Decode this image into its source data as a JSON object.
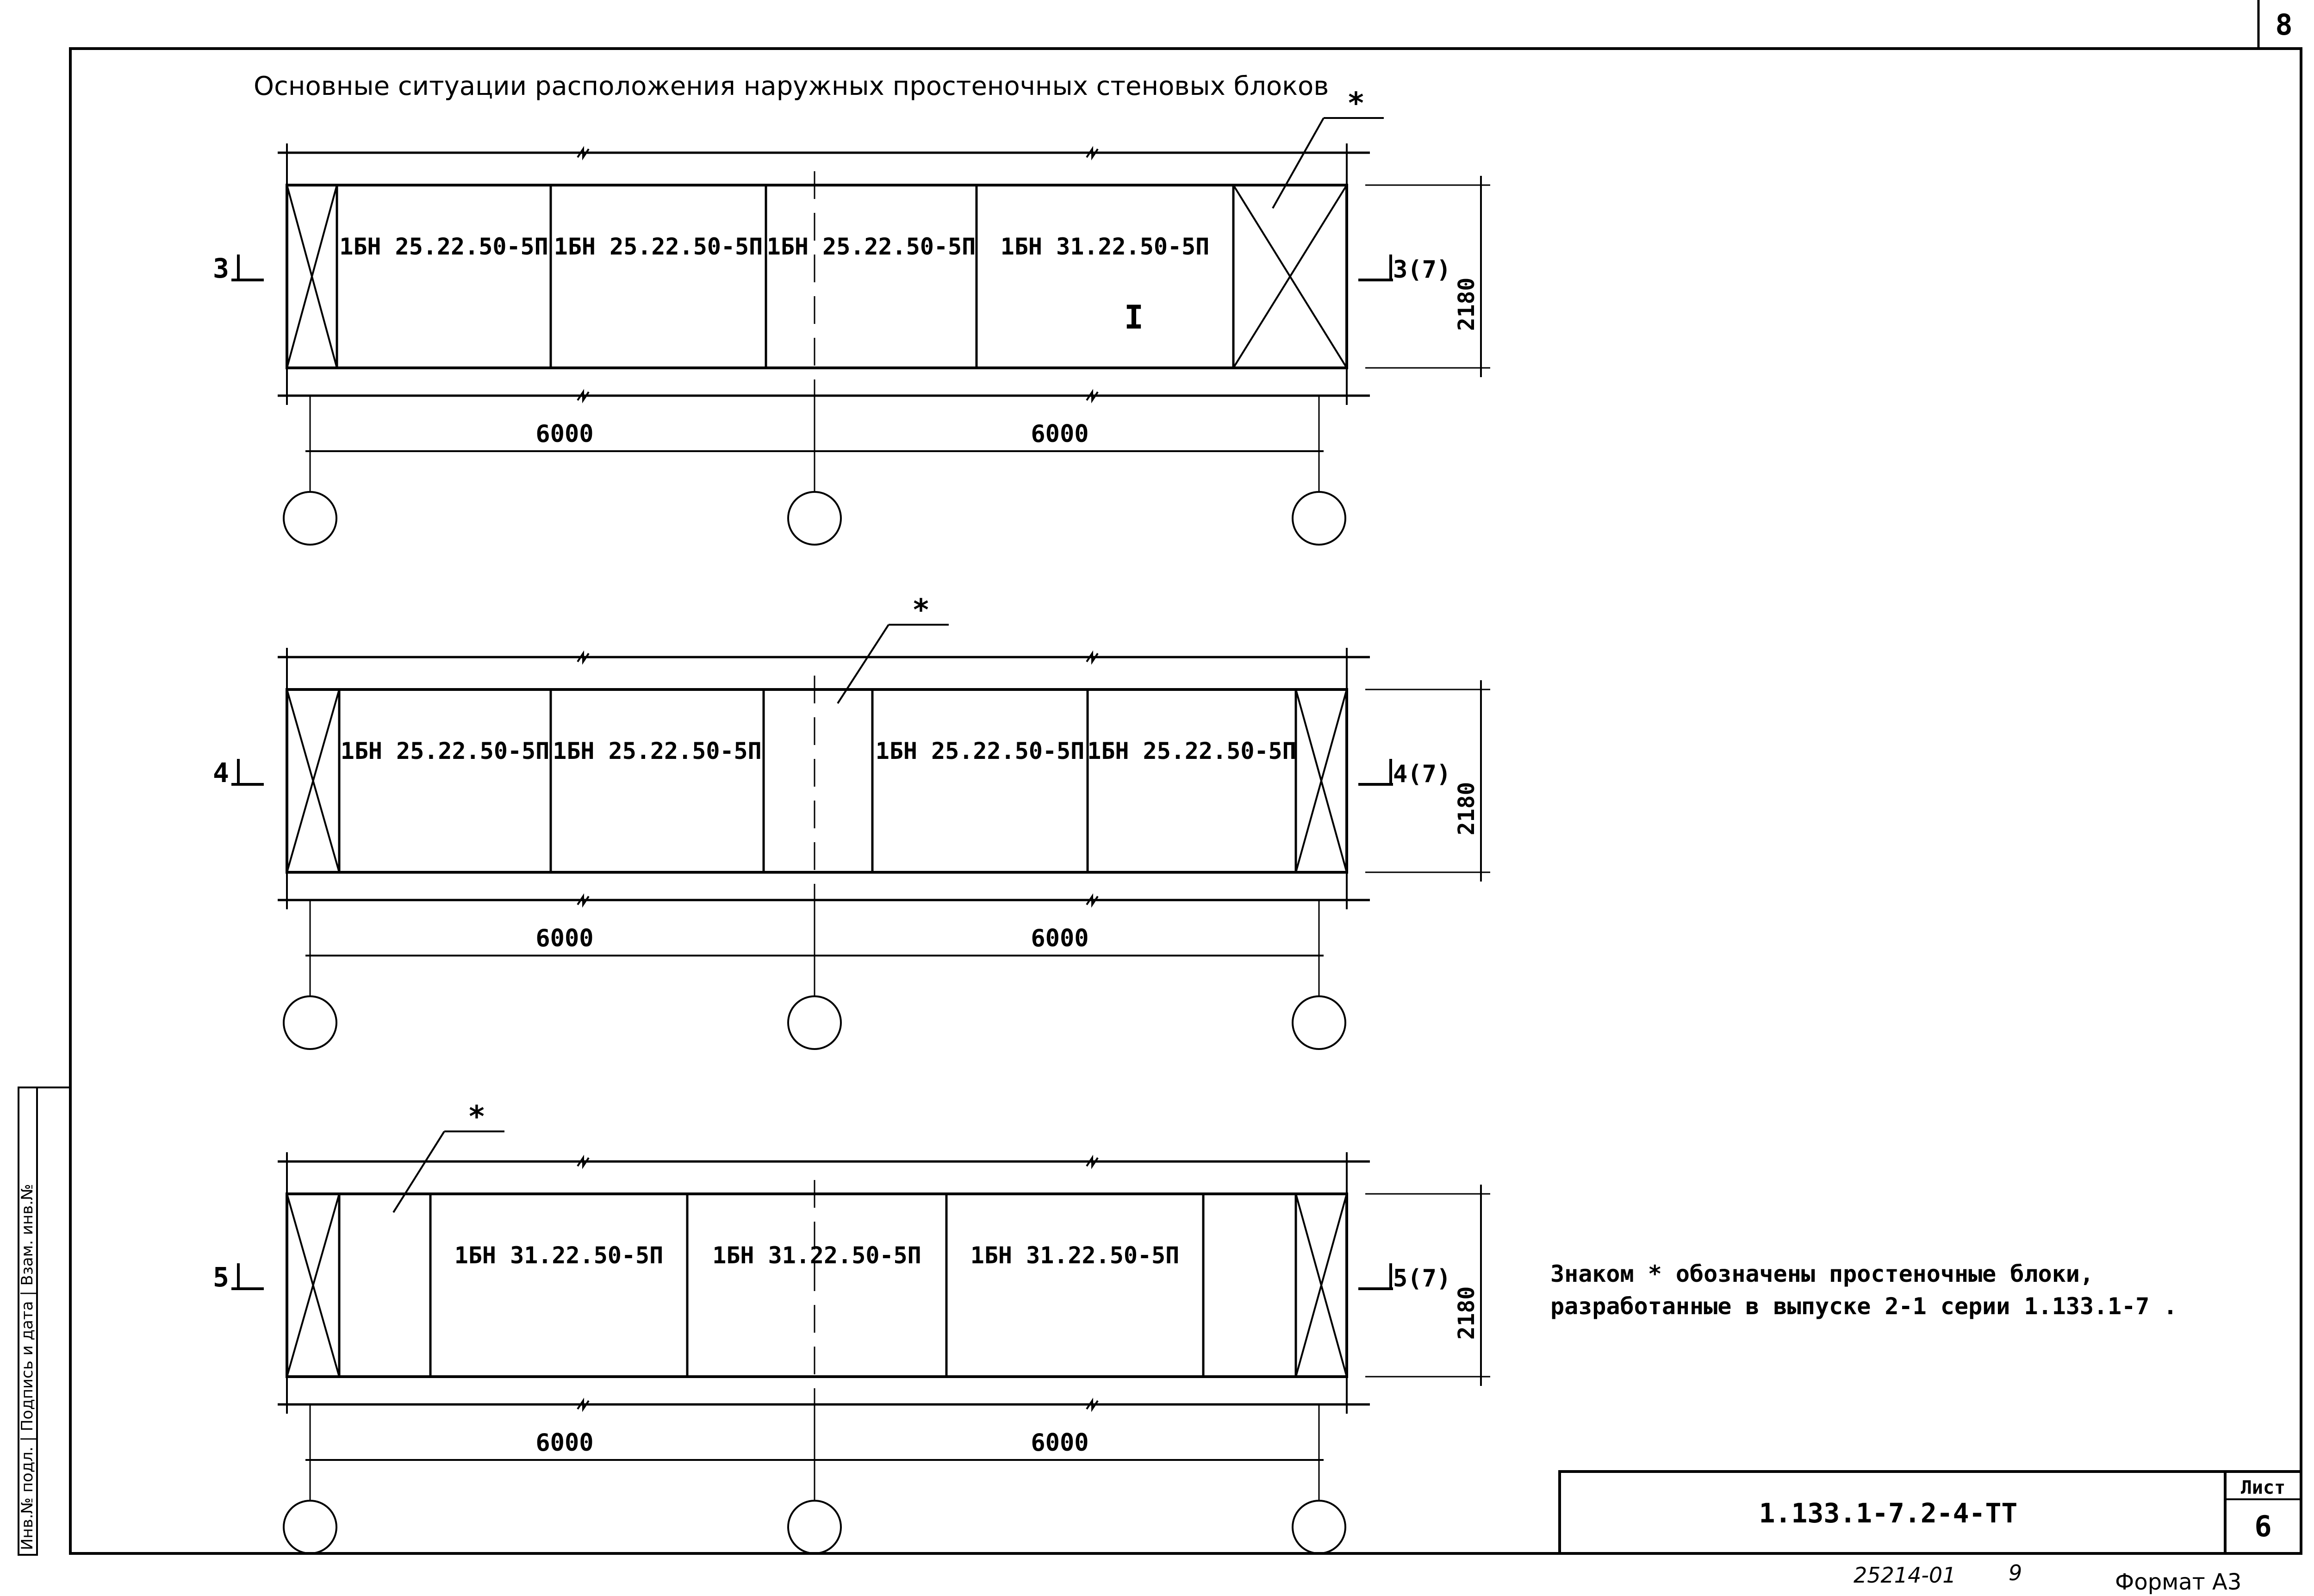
{
  "page_number": "8",
  "title": "Основные ситуации расположения наружных простеночных стеновых блоков",
  "asterisk": "*",
  "dimension_height": "2180",
  "dimension_span": "6000",
  "situations": [
    {
      "section_left": "3",
      "section_right": "3(7)",
      "blocks": [
        "1БН 25.22.50-5П",
        "1БН 25.22.50-5П",
        "1БН 25.22.50-5П",
        "1БН 31.22.50-5П"
      ],
      "mark": "I"
    },
    {
      "section_left": "4",
      "section_right": "4(7)",
      "blocks": [
        "1БН 25.22.50-5П",
        "1БН 25.22.50-5П",
        "1БН 25.22.50-5П",
        "1БН 25.22.50-5П"
      ]
    },
    {
      "section_left": "5",
      "section_right": "5(7)",
      "blocks": [
        "1БН 31.22.50-5П",
        "1БН 31.22.50-5П",
        "1БН 31.22.50-5П"
      ]
    }
  ],
  "note_line1": "Знаком * обозначены простеночные блоки,",
  "note_line2": "разработанные в выпуске 2-1 серии 1.133.1-7 .",
  "stamp": {
    "code": "1.133.1-7.2-4-ТТ",
    "sheet_label": "Лист",
    "sheet_number": "6"
  },
  "side_strip_label": "Инв.№ подл. | Подпись и дата | Взам. инв.№",
  "footer_number": "25214-01",
  "footer_mark": "9",
  "format_label": "Формат А3"
}
